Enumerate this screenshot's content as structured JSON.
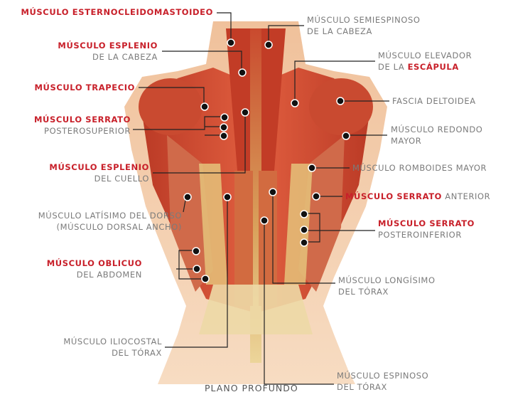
{
  "labels": {
    "esternocleidomastoideo": {
      "l1": "MÚSCULO ESTERNOCLEIDOMASTOIDEO"
    },
    "esplenio_cabeza": {
      "l1": "MÚSCULO ESPLENIO",
      "l2": "DE LA CABEZA"
    },
    "trapecio": {
      "l1": "MÚSCULO TRAPECIO"
    },
    "serrato_post_sup": {
      "l1": "MÚSCULO SERRATO",
      "l2": "POSTEROSUPERIOR"
    },
    "esplenio_cuello": {
      "l1": "MÚSCULO ESPLENIO",
      "l2": "DEL CUELLO"
    },
    "latisimo": {
      "l1": "MÚSCULO LATÍSIMO DEL DORSO",
      "l2": "(MÚSCULO DORSAL ANCHO)"
    },
    "oblicuo": {
      "l1": "MÚSCULO OBLICUO",
      "l2": "DEL ABDOMEN"
    },
    "iliocostal": {
      "l1": "MÚSCULO ILIOCOSTAL",
      "l2": "DEL TÓRAX"
    },
    "semiespinoso": {
      "l1": "MÚSCULO SEMIESPINOSO",
      "l2": "DE LA CABEZA"
    },
    "elevador": {
      "l1": "MÚSCULO ELEVADOR",
      "l2a": "DE LA ",
      "l2b": "ESCÁPULA"
    },
    "deltoidea": {
      "l1": "FASCIA DELTOIDEA"
    },
    "redondo": {
      "l1": "MÚSCULO REDONDO",
      "l2": "MAYOR"
    },
    "romboides": {
      "l1": "MÚSCULO ROMBOIDES MAYOR"
    },
    "serrato_anterior": {
      "l1a": "MÚSCULO SERRATO",
      "l1b": " ANTERIOR"
    },
    "serrato_post_inf": {
      "l1": "MÚSCULO SERRATO",
      "l2": "POSTEROINFERIOR"
    },
    "longisimo": {
      "l1": "MÚSCULO LONGÍSIMO",
      "l2": "DEL TÓRAX"
    },
    "espinoso": {
      "l1": "MÚSCULO ESPINOSO",
      "l2": "DEL TÓRAX"
    }
  },
  "caption": "PLANO PROFUNDO",
  "colors": {
    "highlight": "#c8202a",
    "label": "#7b7b7b",
    "muscle": "#c8432a",
    "tendon": "#e8d49a",
    "skin": "#f3c9a2"
  }
}
